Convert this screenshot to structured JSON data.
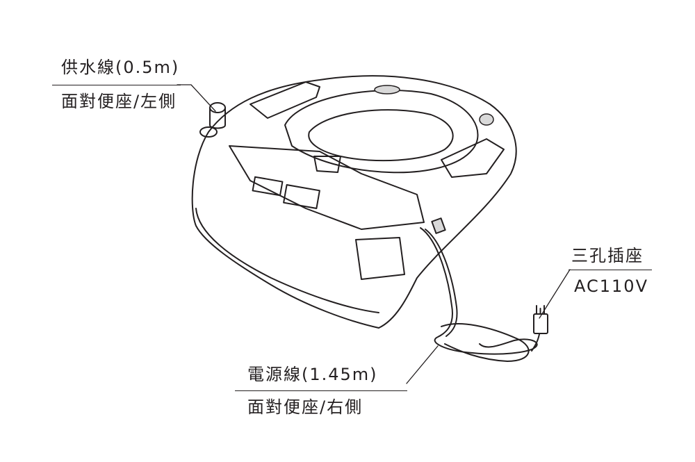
{
  "callouts": {
    "water_line": {
      "title": "供水線(0.5m)",
      "subtitle": "面對便座/左側"
    },
    "power_cord": {
      "title": "電源線(1.45m)",
      "subtitle": "面對便座/右側"
    },
    "plug": {
      "title": "三孔插座",
      "subtitle": "AC110V"
    }
  },
  "colors": {
    "ink": "#231f20",
    "fill": "#ffffff",
    "shade": "#d9d9d9"
  }
}
